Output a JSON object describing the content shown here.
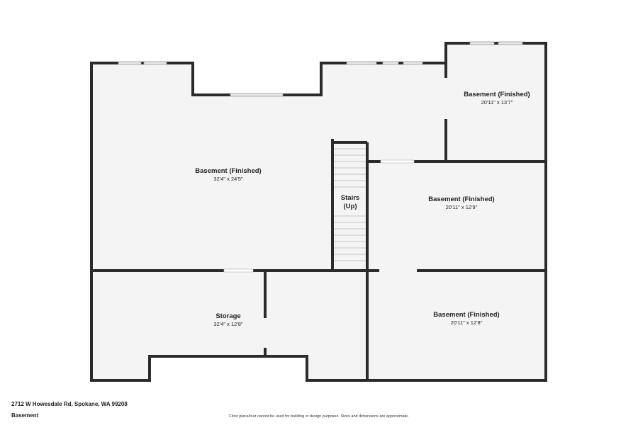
{
  "colors": {
    "wall": "#2b2b2b",
    "floor": "#f4f4f4",
    "window": "#e6e6e6",
    "door_gap": "#ffffff"
  },
  "rooms": [
    {
      "id": "main",
      "label": "Basement (Finished)",
      "dims": "32'4\" x 24'5\""
    },
    {
      "id": "ne",
      "label": "Basement (Finished)",
      "dims": "20'11\" x 13'7\""
    },
    {
      "id": "stairs",
      "label": "Stairs",
      "label2": "(Up)"
    },
    {
      "id": "mid",
      "label": "Basement (Finished)",
      "dims": "20'11\" x 12'9\""
    },
    {
      "id": "storage",
      "label": "Storage",
      "dims": "32'4\" x 12'8\""
    },
    {
      "id": "se",
      "label": "Basement (Finished)",
      "dims": "20'11\" x 12'8\""
    }
  ],
  "footer": {
    "address": "2712 W Howesdale Rd, Spokane, WA 99208",
    "floor": "Basement",
    "disclaimer": "Floor plans/tour cannot be used for building or design purposes. Sizes and dimensions are approximate."
  }
}
